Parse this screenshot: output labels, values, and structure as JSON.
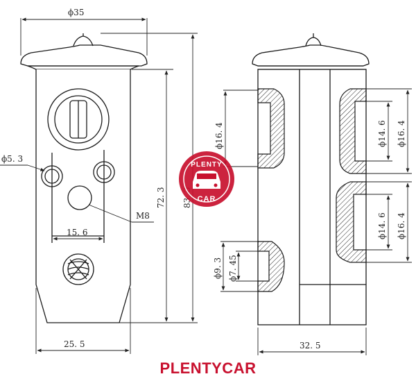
{
  "brand": {
    "name": "PLENTYCAR",
    "logo_top": "PLENTY",
    "logo_bottom": "CAR",
    "color": "#c8102e"
  },
  "front_view": {
    "dims": {
      "top_diameter": "ϕ35",
      "hole_diameter": "ϕ5. 3",
      "thread": "M8",
      "hole_spacing": "15. 6",
      "body_height": "72. 3",
      "total_height": "83. 3",
      "body_width": "25. 5"
    }
  },
  "side_view": {
    "dims": {
      "port_left_top": "ϕ16. 4",
      "port_right_top_inner": "ϕ14. 6",
      "port_right_top_outer": "ϕ16. 4",
      "port_right_bottom_inner": "ϕ14. 6",
      "port_right_bottom_outer": "ϕ16. 4",
      "port_small_outer": "ϕ9. 3",
      "port_small_inner": "ϕ7. 45",
      "body_width": "32. 5"
    }
  },
  "colors": {
    "line": "#1a1a1a",
    "body_fill": "#ffffff"
  }
}
